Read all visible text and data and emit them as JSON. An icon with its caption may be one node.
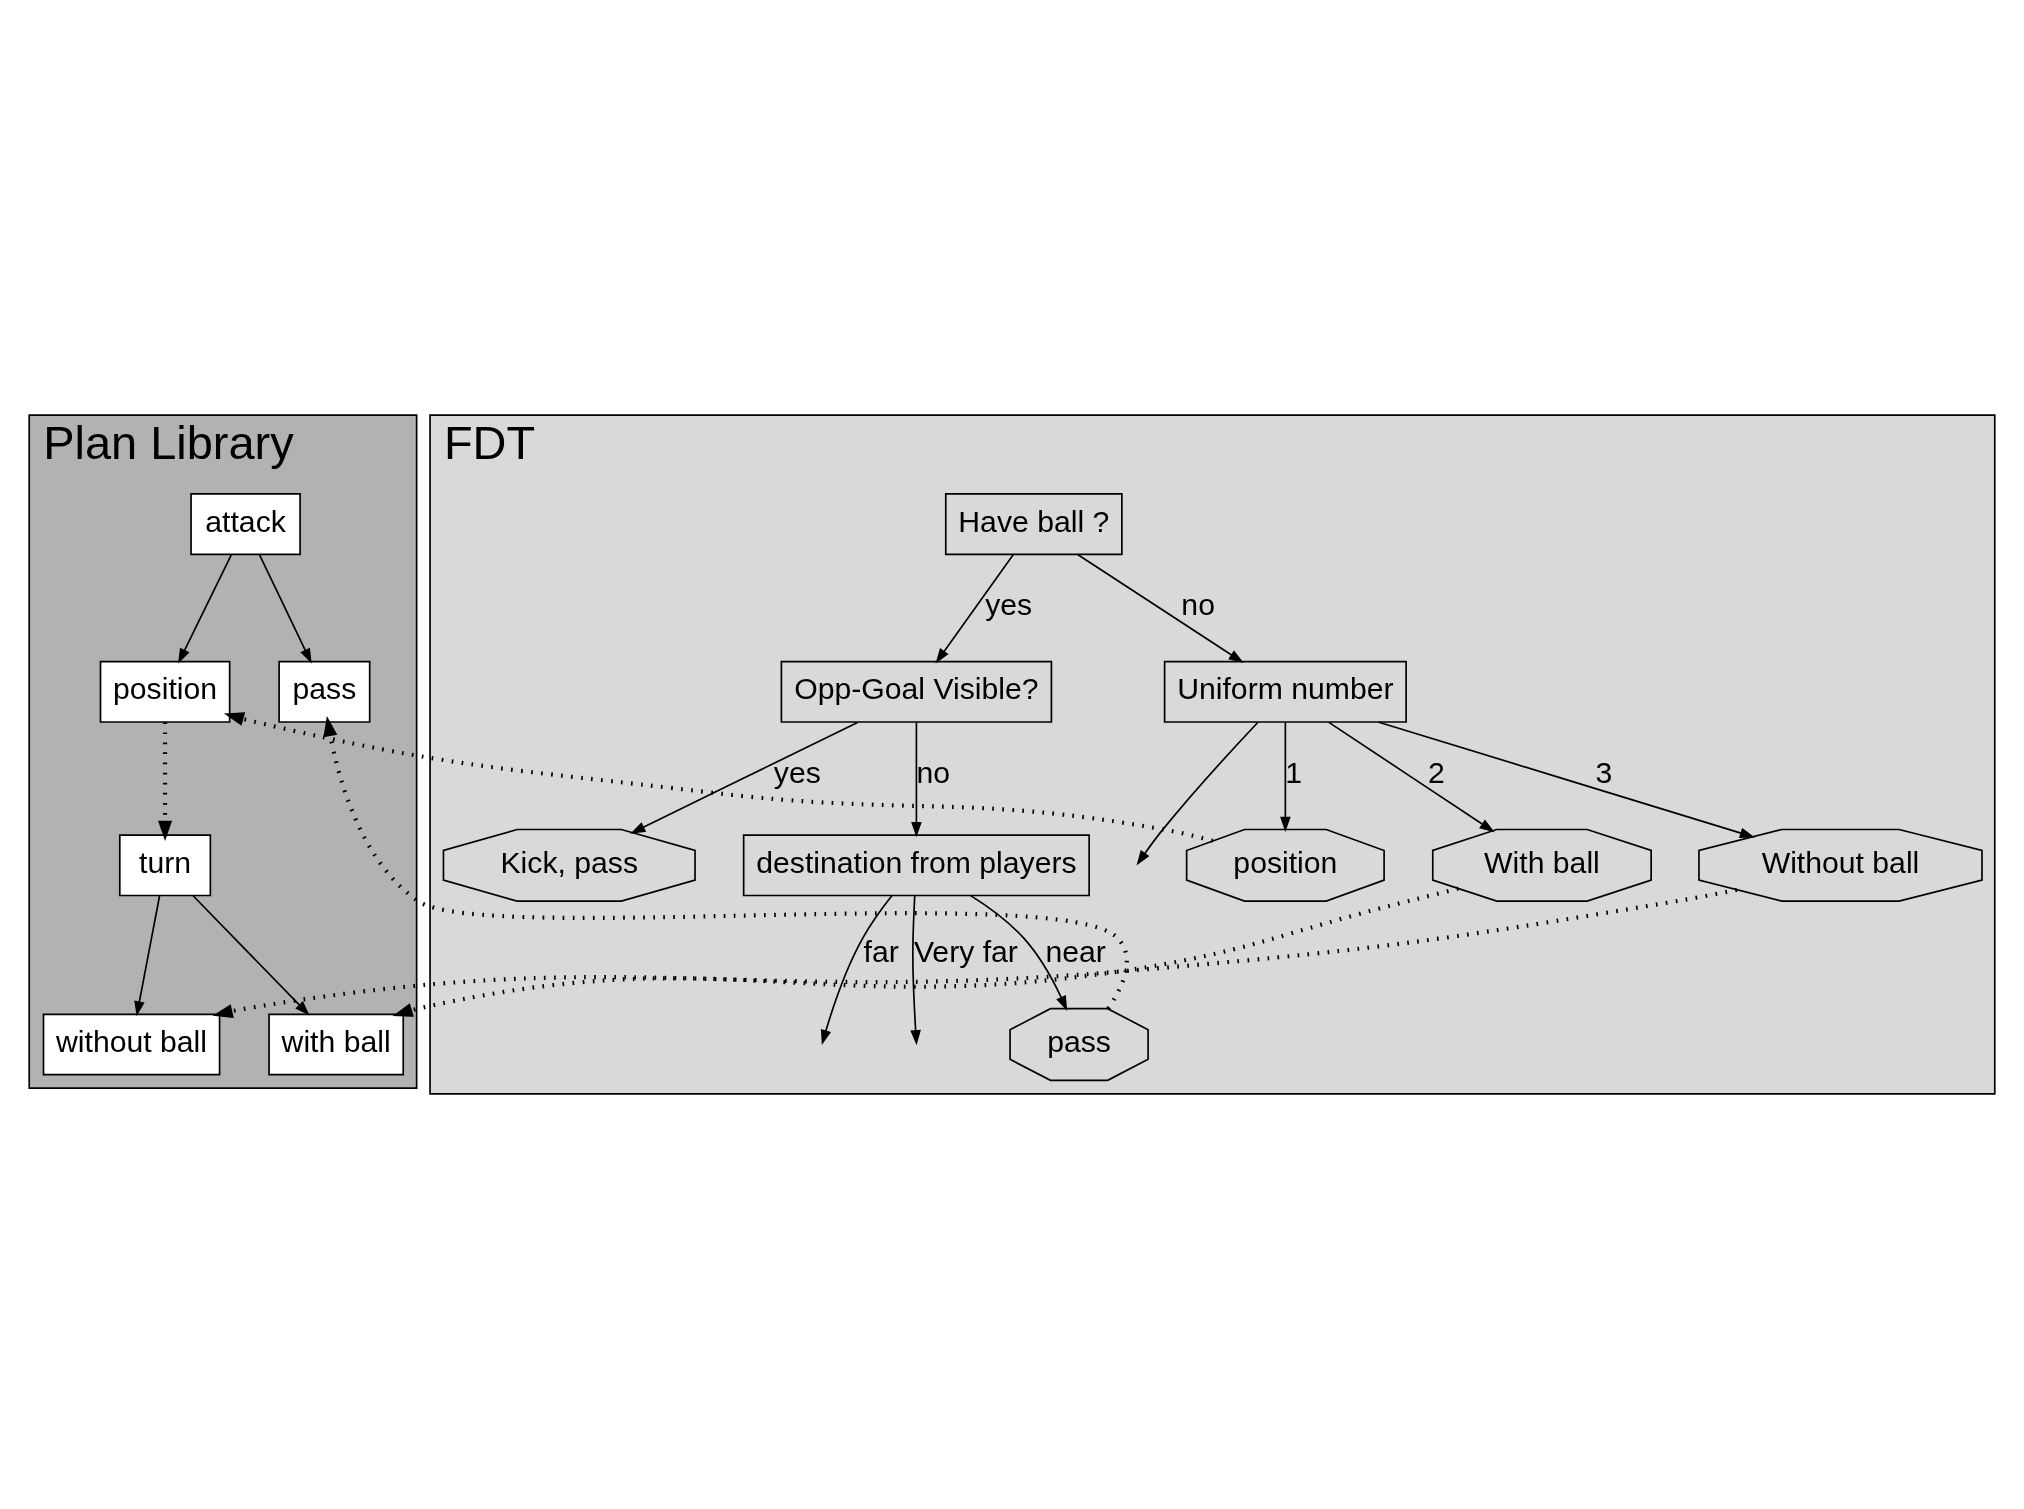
{
  "diagram": {
    "nodes": [
      {
        "text": [
          "FDT"
        ]
      },
      {
        "text": [
          "Have ball ?"
        ],
        "in": 0
      },
      {
        "text": [
          "Opp-Goal Visible?"
        ],
        "in": 0
      },
      {
        "text": [
          "Uniform number"
        ],
        "in": 0
      },
      {
        "text": [
          "Kick, pass"
        ],
        "in": 0
      },
      {
        "text": [
          "destination from players"
        ],
        "in": 0
      },
      {
        "text": [
          "pass"
        ],
        "in": 0
      },
      {
        "text": [
          "position"
        ],
        "in": 0
      },
      {
        "text": [
          "With ball"
        ],
        "in": 0
      },
      {
        "text": [
          "Without ball"
        ],
        "in": 0
      },
      {
        "text": [
          "Plan Library"
        ]
      },
      {
        "text": [
          "attack"
        ],
        "in": 10
      },
      {
        "text": [
          "position"
        ],
        "in": 10
      },
      {
        "text": [
          "turn"
        ],
        "in": 10
      },
      {
        "text": [
          "pass"
        ],
        "in": 10
      },
      {
        "text": [
          "without ball"
        ],
        "in": 10
      },
      {
        "text": [
          "with ball"
        ],
        "in": 10
      }
    ],
    "edges": [
      {
        "from": 1,
        "to": 2,
        "arrow": "to",
        "label": "yes"
      },
      {
        "from": 1,
        "to": 3,
        "arrow": "to",
        "label": "no"
      },
      {
        "from": 2,
        "to": 4,
        "arrow": "to",
        "label": "yes"
      },
      {
        "from": 2,
        "to": 5,
        "arrow": "to",
        "label": "no"
      },
      {
        "from": 5,
        "to": 6,
        "arrow": "to",
        "label": "near"
      },
      {
        "from": 5,
        "to": null,
        "arrow": "to",
        "label": "far"
      },
      {
        "from": 5,
        "to": null,
        "arrow": "to",
        "label": "Very far"
      },
      {
        "from": 3,
        "to": 7,
        "arrow": "to",
        "label": "1"
      },
      {
        "from": 3,
        "to": 8,
        "arrow": "to",
        "label": "2"
      },
      {
        "from": 3,
        "to": 9,
        "arrow": "to",
        "label": "3"
      },
      {
        "from": 3,
        "to": null,
        "arrow": "to"
      },
      {
        "from": 11,
        "to": 12,
        "arrow": "to"
      },
      {
        "from": 11,
        "to": 14,
        "arrow": "to"
      },
      {
        "from": 12,
        "to": 13,
        "arrow": "to",
        "style": "dashed"
      },
      {
        "from": 13,
        "to": 15,
        "arrow": "to"
      },
      {
        "from": 13,
        "to": 16,
        "arrow": "to"
      },
      {
        "from": 7,
        "to": 12,
        "arrow": "to",
        "style": "dashed"
      },
      {
        "from": 6,
        "to": 14,
        "arrow": "to",
        "style": "dashed"
      },
      {
        "from": 9,
        "to": 15,
        "arrow": "to",
        "style": "dashed"
      },
      {
        "from": 8,
        "to": 16,
        "arrow": "to",
        "style": "dashed"
      }
    ]
  }
}
